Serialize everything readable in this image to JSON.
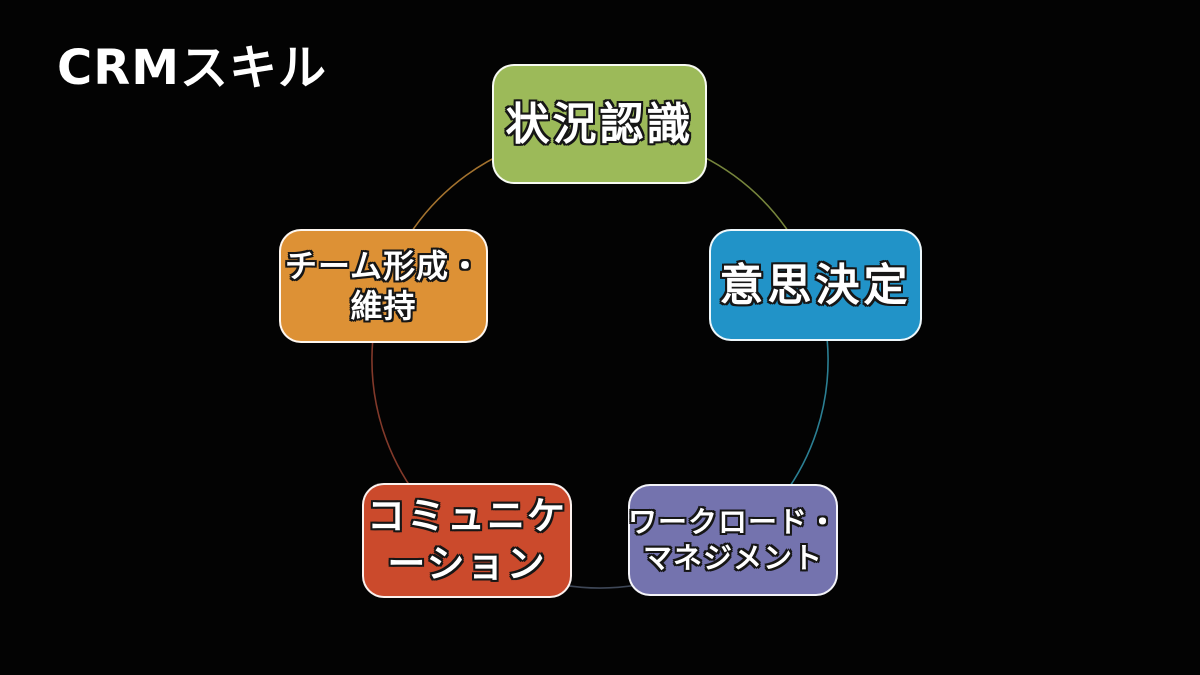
{
  "title": "CRMスキル",
  "colors": {
    "background": "#030303",
    "title_text": "#ffffff",
    "node_text": "#ffffff",
    "node_text_outline": "#161616",
    "node_border": "#f5f5f5"
  },
  "diagram": {
    "type": "cycle",
    "nodes": [
      {
        "name": "situational-awareness",
        "label": "状況認識",
        "lines": [
          "状況認識"
        ],
        "color": "#9cba59"
      },
      {
        "name": "decision-making",
        "label": "意思決定",
        "lines": [
          "意思決定"
        ],
        "color": "#2193c8"
      },
      {
        "name": "workload-management",
        "label": "ワークロード・マネジメント",
        "lines": [
          "ワークロード・",
          "マネジメント"
        ],
        "color": "#7473ae"
      },
      {
        "name": "communication",
        "label": "コミュニケーション",
        "lines": [
          "コミュニケ",
          "ーション"
        ],
        "color": "#cb4a2c"
      },
      {
        "name": "team-building",
        "label": "チーム形成・維持",
        "lines": [
          "チーム形成・",
          "維持"
        ],
        "color": "#dd9135"
      }
    ],
    "arcs": [
      {
        "name": "arc-green-to-blue",
        "color": "#76853c"
      },
      {
        "name": "arc-blue-to-purple",
        "color": "#2b7f93"
      },
      {
        "name": "arc-purple-to-red",
        "color": "#3e4757"
      },
      {
        "name": "arc-red-to-orange",
        "color": "#82392a"
      },
      {
        "name": "arc-orange-to-green",
        "color": "#a3722e"
      }
    ]
  }
}
